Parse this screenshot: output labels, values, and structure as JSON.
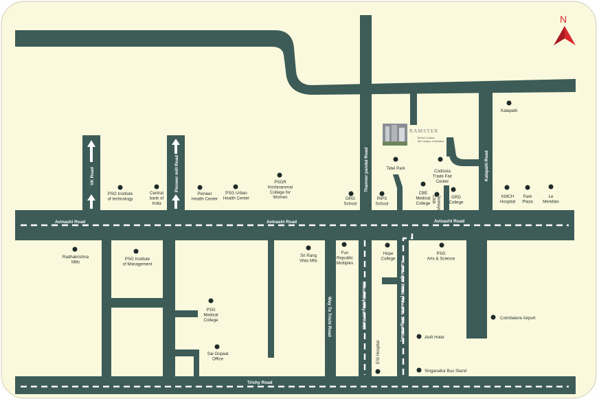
{
  "colors": {
    "background": "#fbf9dd",
    "road": "#3d5c57",
    "dot": "#1f2b29",
    "compass": "#d9272e"
  },
  "compass": {
    "label": "N"
  },
  "roads": {
    "avinashi_1": "Avinashi Road",
    "avinashi_2": "Avinashi Road",
    "avinashi_3": "Avinashi Road",
    "trichy": "Trichy Road",
    "vk": "VK Road",
    "pioneer": "Pioneer mill Road",
    "thanneer": "Thanner pandal Road",
    "kalapatti": "Kalapatti Road",
    "trichi_way": "Way To Trichi Road",
    "masakali": "Masakalipalayam Road",
    "kamarajar": "Kamarajar Road (Towards Singanallur)"
  },
  "project": {
    "logo_text": "RAMSTER",
    "tagline_1": "Behind Codissia",
    "tagline_2": "IBS Campus, Coimbatore"
  },
  "landmarks": {
    "psg_tech": [
      "PSG Institute",
      "of technology"
    ],
    "central_bank": [
      "Central",
      "bank of",
      "India"
    ],
    "pioneer_hc": [
      "Pioneer",
      "Health Center"
    ],
    "psg_urban": [
      "PSG Urban",
      "Health Center"
    ],
    "psgr": [
      "PSGR",
      "Krishnammal",
      "College for",
      "Women"
    ],
    "grg": [
      "GRG",
      "School"
    ],
    "rips": [
      "RIPS",
      "School"
    ],
    "tidel": [
      "Tidel Park"
    ],
    "codissia": [
      "Codissia",
      "Trade Fair",
      "Center"
    ],
    "cbe_med": [
      "CBE",
      "Medical",
      "College"
    ],
    "jenneys": [
      "Jenneys",
      "Club"
    ],
    "grd": [
      "GRD",
      "College"
    ],
    "kalapatti": [
      "Kalapatti"
    ],
    "kmch": [
      "KMCH",
      "Hospital"
    ],
    "park_plaza": [
      "Park",
      "Plaza"
    ],
    "le_meridian": [
      "Le",
      "Meridian"
    ],
    "radhakrishna": [
      "Radhakrishna",
      "Mills"
    ],
    "psg_mgmt": [
      "PSG Institute",
      "of Management"
    ],
    "psg_medical": [
      "PSG",
      "Medical",
      "College"
    ],
    "sai_gopaal": [
      "Sai Gopaal",
      "Office"
    ],
    "sri_rang": [
      "Sri Rang",
      "Vilas Mils"
    ],
    "fun_republic": [
      "Fun",
      "Republic",
      "Multiplex"
    ],
    "hope": [
      "Hope",
      "College"
    ],
    "psg_arts": [
      "PSG",
      "Arts & Science"
    ],
    "airport": [
      "Coimbatore Airport"
    ],
    "aloft": [
      "Aloft Hotel"
    ],
    "esi": [
      "ESI Hospital"
    ],
    "bus_stand": [
      "Singanallur Bus Stand"
    ]
  }
}
